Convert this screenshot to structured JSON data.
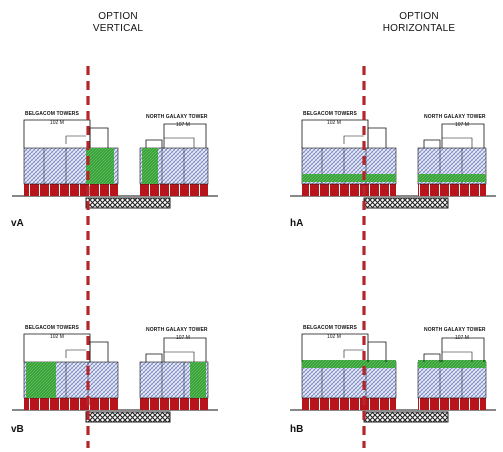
{
  "headers": {
    "vertical": {
      "line1": "OPTION",
      "line2": "VERTICAL"
    },
    "horizontal": {
      "line1": "OPTION",
      "line2": "HORIZONTALE"
    }
  },
  "panels": [
    {
      "id": "vA",
      "label": "vA",
      "tower1": "BELGACOM TOWERS",
      "height1": "102  M",
      "tower2": "NORTH GALAXY TOWER",
      "height2": "107  M"
    },
    {
      "id": "hA",
      "label": "hA",
      "tower1": "BELGACOM TOWERS",
      "height1": "102  M",
      "tower2": "NORTH GALAXY TOWER",
      "height2": "107  M"
    },
    {
      "id": "vB",
      "label": "vB",
      "tower1": "BELGACOM TOWERS",
      "height1": "102  M",
      "tower2": "NORTH GALAXY TOWER",
      "height2": "107  M"
    },
    {
      "id": "hB",
      "label": "hB",
      "tower1": "BELGACOM TOWERS",
      "height1": "102  M",
      "tower2": "NORTH GALAXY TOWER",
      "height2": "107  M"
    }
  ],
  "colors": {
    "axis": "#b5262c",
    "podium": "#b8141c",
    "hatch": "#5e6fb8",
    "green": "#3aa33a",
    "outline": "#111111",
    "tunnel": "#222222"
  }
}
